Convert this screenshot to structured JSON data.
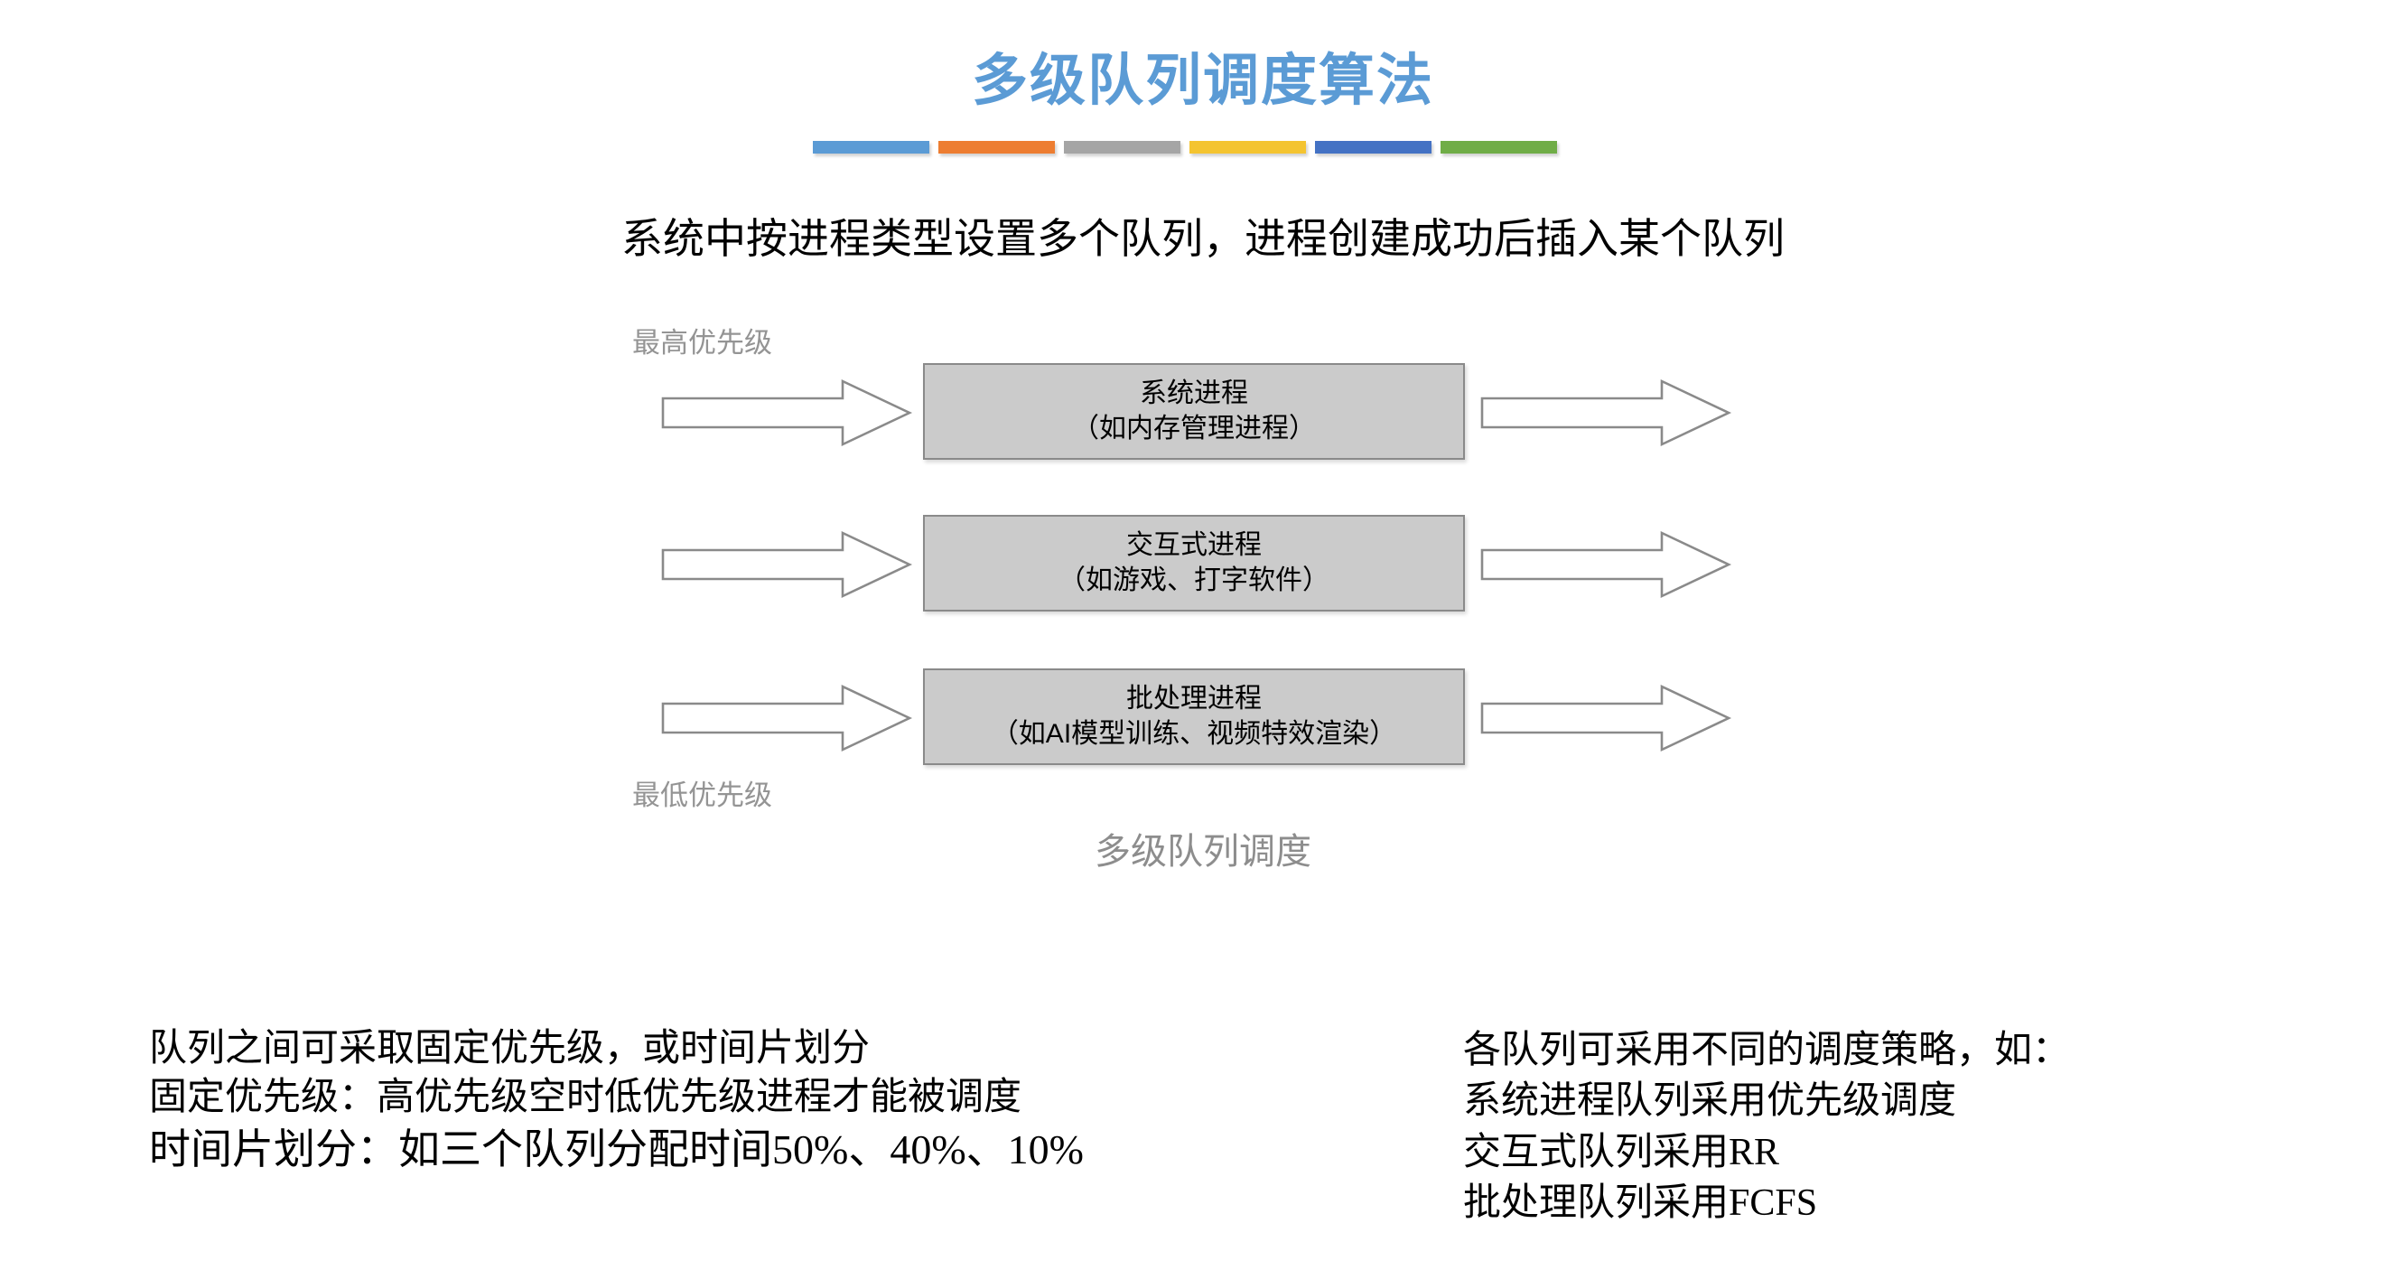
{
  "slide": {
    "title": "多级队列调度算法",
    "title_color": "#5b9bd5",
    "subtitle": "系统中按进程类型设置多个队列，进程创建成功后插入某个队列",
    "accent_bars": [
      {
        "name": "bar-blue",
        "color": "#5b9bd5"
      },
      {
        "name": "bar-orange",
        "color": "#ed7d31"
      },
      {
        "name": "bar-gray",
        "color": "#a5a5a5"
      },
      {
        "name": "bar-yellow",
        "color": "#f4c430"
      },
      {
        "name": "bar-indigo",
        "color": "#4472c4"
      },
      {
        "name": "bar-green",
        "color": "#70ad47"
      }
    ]
  },
  "diagram": {
    "caption": "多级队列调度",
    "caption_color": "#8d8d8d",
    "priority_high_label": "最高优先级",
    "priority_low_label": "最低优先级",
    "box_fill": "#cbcbcb",
    "box_border": "#8a8a8a",
    "arrow_stroke": "#8a8a8a",
    "arrow_fill": "#ffffff",
    "queues": [
      {
        "name": "system-process-queue",
        "line1": "系统进程",
        "line2": "（如内存管理进程）",
        "arrow_in": "inbound-arrow",
        "arrow_out": "outbound-arrow"
      },
      {
        "name": "interactive-process-queue",
        "line1": "交互式进程",
        "line2": "（如游戏、打字软件）",
        "arrow_in": "inbound-arrow",
        "arrow_out": "outbound-arrow"
      },
      {
        "name": "batch-process-queue",
        "line1": "批处理进程",
        "line2": "（如AI模型训练、视频特效渲染）",
        "arrow_in": "inbound-arrow",
        "arrow_out": "outbound-arrow"
      }
    ]
  },
  "notes": {
    "left": [
      "队列之间可采取固定优先级，或时间片划分",
      "固定优先级：高优先级空时低优先级进程才能被调度",
      "时间片划分：如三个队列分配时间50%、40%、10%"
    ],
    "right": [
      "各队列可采用不同的调度策略，如：",
      "系统进程队列采用优先级调度",
      "交互式队列采用RR",
      "批处理队列采用FCFS"
    ]
  }
}
